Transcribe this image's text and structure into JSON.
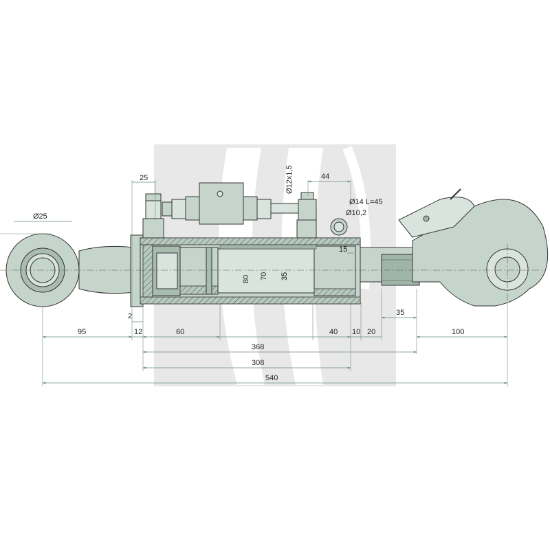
{
  "colors": {
    "part_fill": "#c5d5cc",
    "part_fill_light": "#d9e4de",
    "part_fill_dark": "#9fb5a8",
    "section_fill": "#b6c9be",
    "watermark": "#e5e5e5",
    "dimension_line": "#6a8f7a"
  },
  "labels": {
    "d25": "Ø25",
    "width_25": "25",
    "thread": "Ø12x1,5",
    "width_44": "44",
    "pin": "Ø14 L=45",
    "bore": "Ø10,2",
    "d80": "80",
    "d70": "70",
    "d35": "35",
    "d15": "15",
    "d2": "2",
    "d35_hook": "35"
  },
  "dims": {
    "d95": "95",
    "d12": "12",
    "d60": "60",
    "d40": "40",
    "d10": "10",
    "d20": "20",
    "d100": "100",
    "d368": "368",
    "d308": "308",
    "d540": "540"
  }
}
